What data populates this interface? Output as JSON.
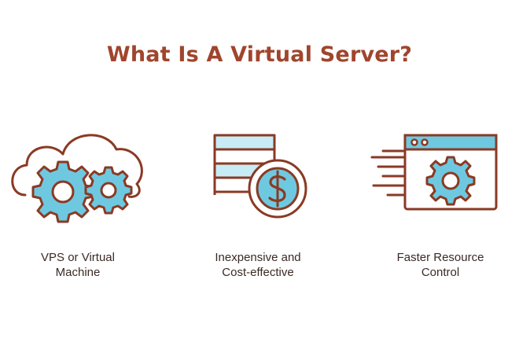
{
  "title": "What Is A Virtual Server?",
  "colors": {
    "title": "#a0452d",
    "stroke": "#8a3a24",
    "accent": "#6ec9e0",
    "accent_light": "#c7ecf5",
    "caption": "#3a2a25"
  },
  "features": [
    {
      "icon": "cloud-gears-icon",
      "caption_lines": [
        "VPS or Virtual",
        "Machine"
      ]
    },
    {
      "icon": "server-dollar-icon",
      "caption_lines": [
        "Inexpensive and",
        "Cost-effective"
      ]
    },
    {
      "icon": "browser-gear-speed-icon",
      "caption_lines": [
        "Faster Resource",
        "Control"
      ]
    }
  ]
}
